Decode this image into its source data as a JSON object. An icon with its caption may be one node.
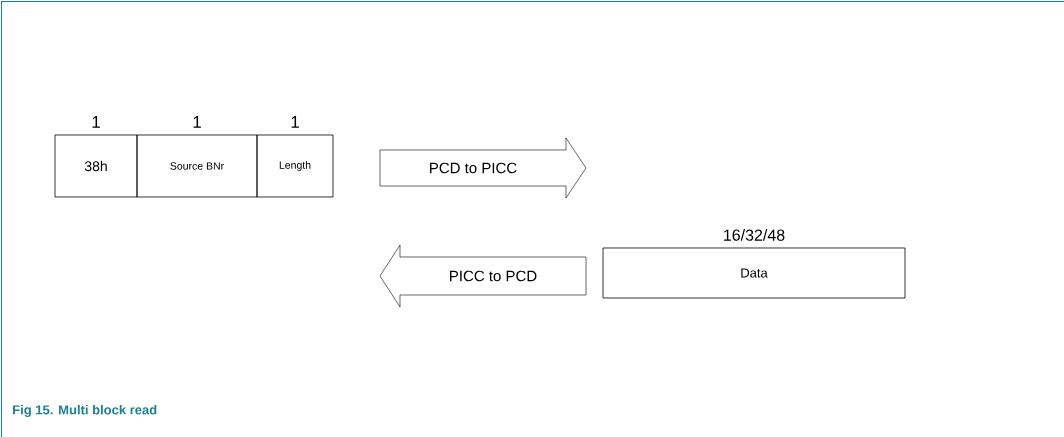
{
  "diagram": {
    "caption": "Fig 15. Multi block read",
    "nodes": [
      {
        "text": [
          "38h"
        ],
        "beside": [
          "1"
        ]
      },
      {
        "text": [
          "Source BNr"
        ],
        "beside": [
          "1"
        ]
      },
      {
        "text": [
          "Length"
        ],
        "beside": [
          "1"
        ]
      },
      {
        "text": [
          "PCD to PICC"
        ]
      },
      {
        "text": [
          "PICC to PCD"
        ]
      },
      {
        "text": [
          "Data"
        ],
        "beside": [
          "16/32/48"
        ]
      }
    ]
  }
}
